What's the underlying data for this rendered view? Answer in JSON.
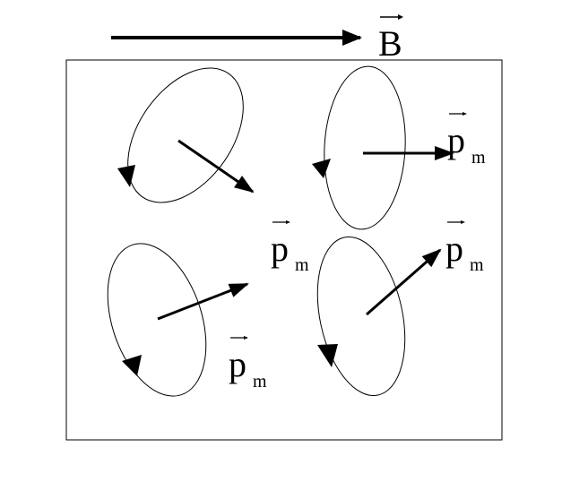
{
  "field": {
    "symbol": "B"
  },
  "moments": [
    {
      "symbol": "p",
      "subscript": "m"
    },
    {
      "symbol": "p",
      "subscript": "m"
    },
    {
      "symbol": "p",
      "subscript": "m"
    },
    {
      "symbol": "p",
      "subscript": "m"
    }
  ],
  "colors": {
    "ink": "#000000",
    "background": "#ffffff"
  }
}
